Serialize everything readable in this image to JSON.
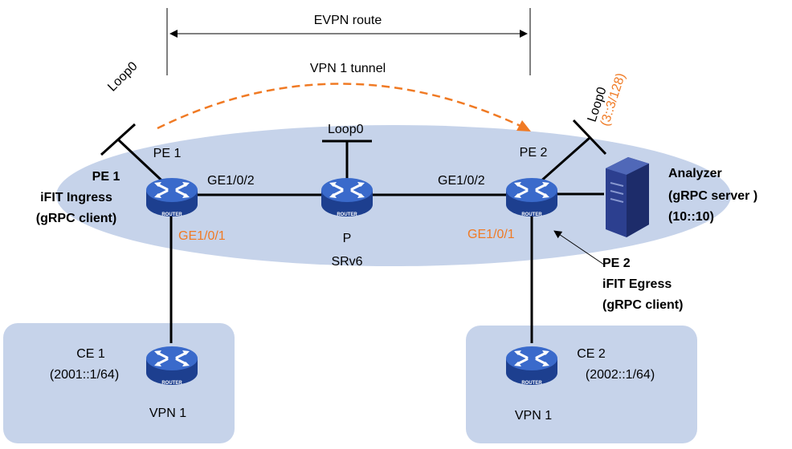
{
  "top": {
    "evpn_route": "EVPN route",
    "vpn_tunnel": "VPN 1 tunnel"
  },
  "domain": {
    "srv6": "SRv6"
  },
  "router_badge": "ROUTER",
  "pe1": {
    "name": "PE 1",
    "loop": "Loop0",
    "role_line1": "PE 1",
    "role_line2": "iFIT Ingress",
    "role_line3": "(gRPC client)",
    "port_right": "GE1/0/2",
    "port_down": "GE1/0/1"
  },
  "p": {
    "name": "P",
    "loop": "Loop0"
  },
  "pe2": {
    "name": "PE 2",
    "loop": "Loop0",
    "loop_addr": "(3::3/128)",
    "port_left": "GE1/0/2",
    "port_down": "GE1/0/1",
    "role_line1": "PE 2",
    "role_line2": "iFIT Egress",
    "role_line3": "(gRPC client)"
  },
  "analyzer": {
    "line1": "Analyzer",
    "line2": "(gRPC server )",
    "line3": "(10::10)"
  },
  "ce1": {
    "name": "CE 1",
    "addr": "(2001::1/64)",
    "vpn": "VPN 1"
  },
  "ce2": {
    "name": "CE 2",
    "addr": "(2002::1/64)",
    "vpn": "VPN 1"
  },
  "colors": {
    "domain_fill": "#c6d3ea",
    "router_blue": "#2a55b5",
    "accent_orange": "#f07a24",
    "server_blue": "#2c3f8f"
  }
}
